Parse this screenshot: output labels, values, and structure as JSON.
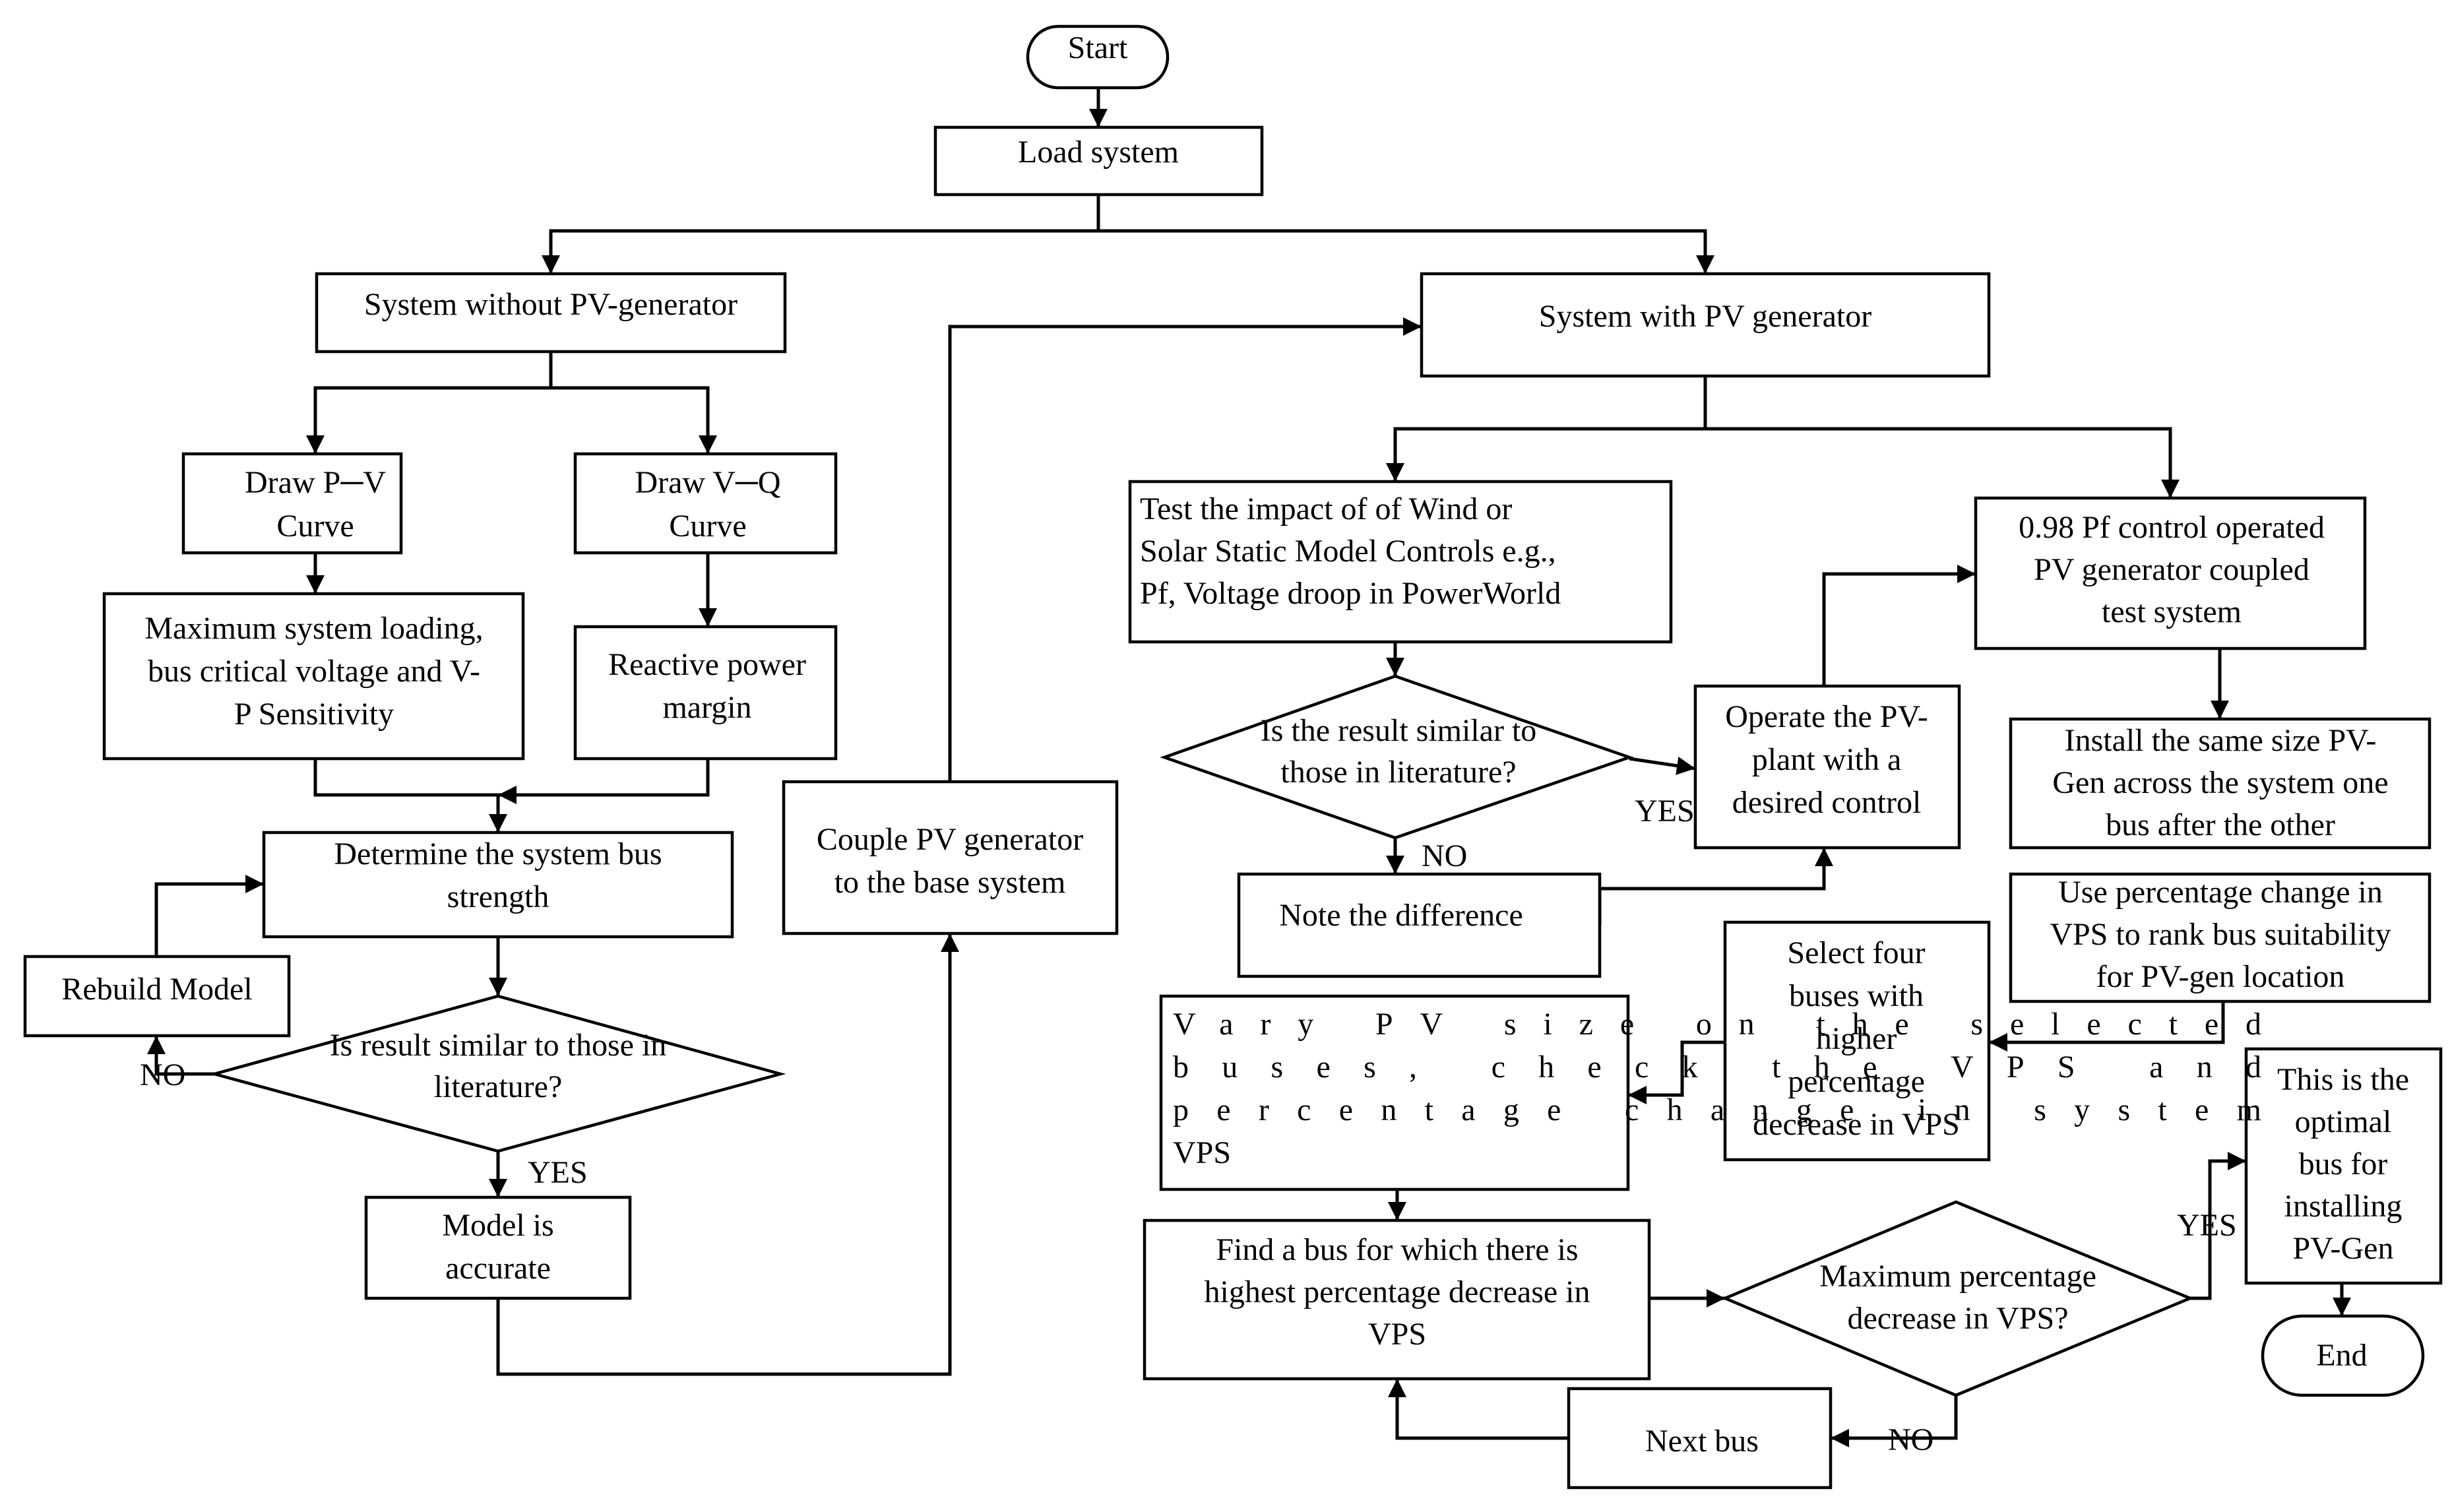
{
  "nodes": {
    "start": {
      "lines": [
        "Start"
      ]
    },
    "load": {
      "lines": [
        "Load system"
      ]
    },
    "without": {
      "lines": [
        "System without PV-generator"
      ]
    },
    "withpv": {
      "lines": [
        "System with PV generator"
      ]
    },
    "pv_curve": {
      "lines": [
        "Draw P─V",
        "Curve"
      ]
    },
    "vq_curve": {
      "lines": [
        "Draw V─Q",
        "Curve"
      ]
    },
    "maxload": {
      "lines": [
        "Maximum system loading,",
        "bus critical voltage and V-",
        "P Sensitivity"
      ]
    },
    "reactive": {
      "lines": [
        "Reactive power",
        "margin"
      ]
    },
    "determine": {
      "lines": [
        "Determine the system bus",
        "strength"
      ]
    },
    "rebuild": {
      "lines": [
        "Rebuild Model"
      ]
    },
    "similar1": {
      "lines": [
        "Is result similar to those in",
        "literature?"
      ]
    },
    "accurate": {
      "lines": [
        "Model is",
        "accurate"
      ]
    },
    "couple": {
      "lines": [
        "Couple PV generator",
        "to the base system"
      ]
    },
    "test": {
      "lines": [
        "Test the impact of of Wind or",
        "Solar Static Model  Controls e.g.,",
        "Pf, Voltage droop in PowerWorld"
      ]
    },
    "similar2": {
      "lines": [
        "Is the result similar to",
        "those in literature?"
      ]
    },
    "note": {
      "lines": [
        "Note the difference"
      ]
    },
    "operate": {
      "lines": [
        "Operate the PV-",
        "plant with a",
        "desired control"
      ]
    },
    "pf": {
      "lines": [
        "0.98 Pf control operated",
        "PV generator coupled",
        "test system"
      ]
    },
    "install": {
      "lines": [
        "Install the same size PV-",
        "Gen across the system one",
        "bus after the other"
      ]
    },
    "usepct": {
      "lines": [
        "Use percentage change in",
        "VPS to rank bus suitability",
        "for PV-gen location"
      ]
    },
    "select": {
      "lines": [
        "Select four",
        "buses with",
        "higher",
        "percentage",
        "decrease in VPS"
      ]
    },
    "vary": {
      "lines": [
        "Vary PV size on the selected",
        "buses, check the VPS and",
        "percentage change in system",
        "VPS"
      ]
    },
    "findbus": {
      "lines": [
        "Find a bus for which there is",
        "highest percentage decrease in",
        "VPS"
      ]
    },
    "maxpct": {
      "lines": [
        "Maximum percentage",
        "decrease in VPS?"
      ]
    },
    "optimal": {
      "lines": [
        "This is the",
        "optimal",
        "bus for",
        "installing",
        "PV-Gen"
      ]
    },
    "nextbus": {
      "lines": [
        "Next bus"
      ]
    },
    "end": {
      "lines": [
        "End"
      ]
    }
  },
  "branch_labels": {
    "no_similar1": "NO",
    "yes_similar1": "YES",
    "yes_similar2": "YES",
    "no_similar2": "NO",
    "yes_maxpct": "YES",
    "no_maxpct": "NO"
  }
}
